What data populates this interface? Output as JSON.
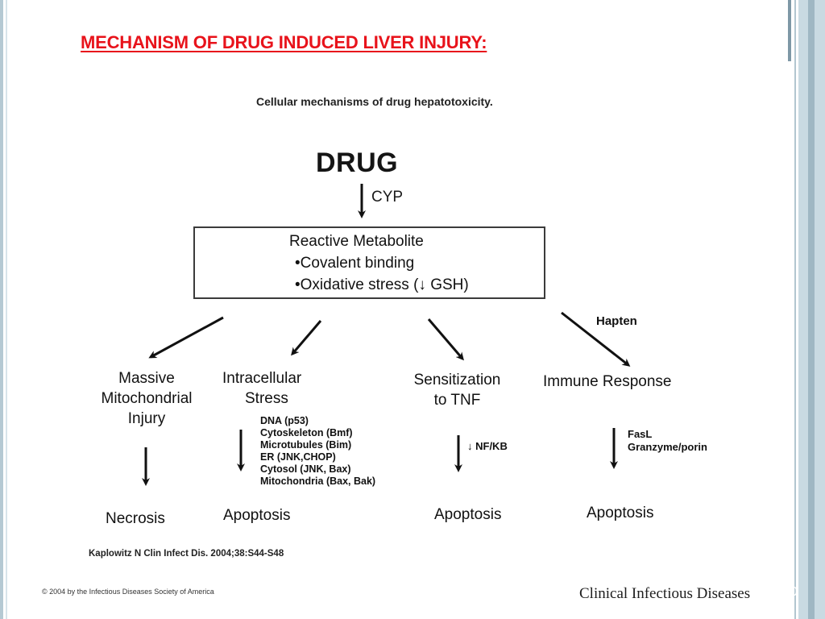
{
  "slide": {
    "title": "MECHANISM OF DRUG INDUCED LIVER INJURY:",
    "slide_number": "0"
  },
  "figure": {
    "caption": "Cellular mechanisms of drug hepatotoxicity.",
    "drug": "DRUG",
    "cyp": "CYP",
    "reactive_metabolite": {
      "title": "Reactive Metabolite",
      "bullets": [
        "•Covalent binding",
        "•Oxidative stress (↓ GSH)"
      ]
    },
    "hapten": "Hapten",
    "branches": [
      {
        "lines": [
          "Massive",
          "Mitochondrial",
          "Injury"
        ],
        "outcome": "Necrosis"
      },
      {
        "lines": [
          "Intracellular",
          "Stress"
        ],
        "details": [
          "DNA (p53)",
          "Cytoskeleton (Bmf)",
          "Microtubules (Bim)",
          "ER (JNK,CHOP)",
          "Cytosol (JNK, Bax)",
          "Mitochondria (Bax, Bak)"
        ],
        "outcome": "Apoptosis"
      },
      {
        "lines": [
          "Sensitization",
          "to TNF"
        ],
        "mediator": "↓ NF/KB",
        "outcome": "Apoptosis"
      },
      {
        "lines": [
          "Immune Response"
        ],
        "mediators": [
          "FasL",
          "Granzyme/porin"
        ],
        "outcome": "Apoptosis"
      }
    ],
    "citation": "Kaplowitz N Clin Infect Dis. 2004;38:S44-S48"
  },
  "footer": {
    "copyright": "© 2004 by the Infectious Diseases Society of America",
    "journal": "Clinical Infectious Diseases"
  }
}
